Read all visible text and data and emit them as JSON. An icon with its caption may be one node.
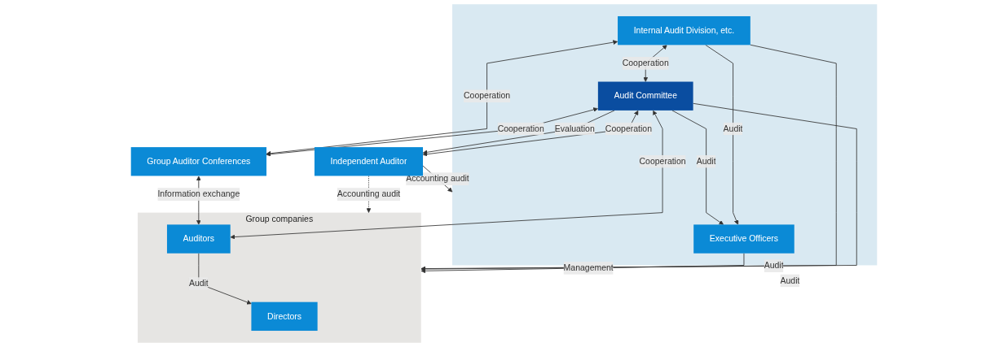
{
  "diagram": {
    "nodes": [
      {
        "text": [],
        "shape": "box"
      },
      {
        "text": [
          "Executive Officers"
        ],
        "in": 0
      },
      {
        "text": [
          "Internal Audit Division, etc."
        ],
        "in": 0
      },
      {
        "text": [
          "Audit Committee"
        ],
        "in": 0
      },
      {
        "text": [
          "Independent Auditor"
        ]
      },
      {
        "text": [
          "Group Auditor Conferences"
        ]
      },
      {
        "text": [
          "Group companies"
        ]
      },
      {
        "text": [
          "Directors"
        ],
        "in": 6
      },
      {
        "text": [
          "Auditors"
        ],
        "in": 6
      }
    ],
    "edges": [
      {
        "from": 3,
        "to": 1,
        "arrow": "to",
        "label": "Audit"
      },
      {
        "from": 2,
        "to": 1,
        "arrow": "to",
        "label": "Audit"
      },
      {
        "from": 2,
        "to": 3,
        "arrow": "both",
        "label": "Cooperation"
      },
      {
        "from": 3,
        "to": 4,
        "arrow": "to",
        "label": "Evaluation"
      },
      {
        "from": 3,
        "to": 4,
        "arrow": "both",
        "label": "Cooperation"
      },
      {
        "from": 4,
        "to": 0,
        "arrow": "to",
        "label": "Accounting audit"
      },
      {
        "from": 1,
        "to": 6,
        "arrow": "to",
        "label": "Management"
      },
      {
        "from": 2,
        "to": 6,
        "arrow": "to",
        "label": "Audit"
      },
      {
        "from": 2,
        "to": 5,
        "arrow": "both",
        "label": "Cooperation"
      },
      {
        "from": 3,
        "to": 5,
        "arrow": "both",
        "label": "Cooperation"
      },
      {
        "from": 3,
        "to": 8,
        "arrow": "both",
        "label": "Cooperation"
      },
      {
        "from": 3,
        "to": 6,
        "arrow": "to",
        "label": "Audit"
      },
      {
        "from": 5,
        "to": 8,
        "arrow": "both",
        "label": "Information exchange"
      },
      {
        "from": 4,
        "to": 6,
        "arrow": "to",
        "label": "Accounting audit",
        "style": "dashed"
      },
      {
        "from": 8,
        "to": 7,
        "arrow": "to",
        "label": "Audit"
      }
    ]
  }
}
